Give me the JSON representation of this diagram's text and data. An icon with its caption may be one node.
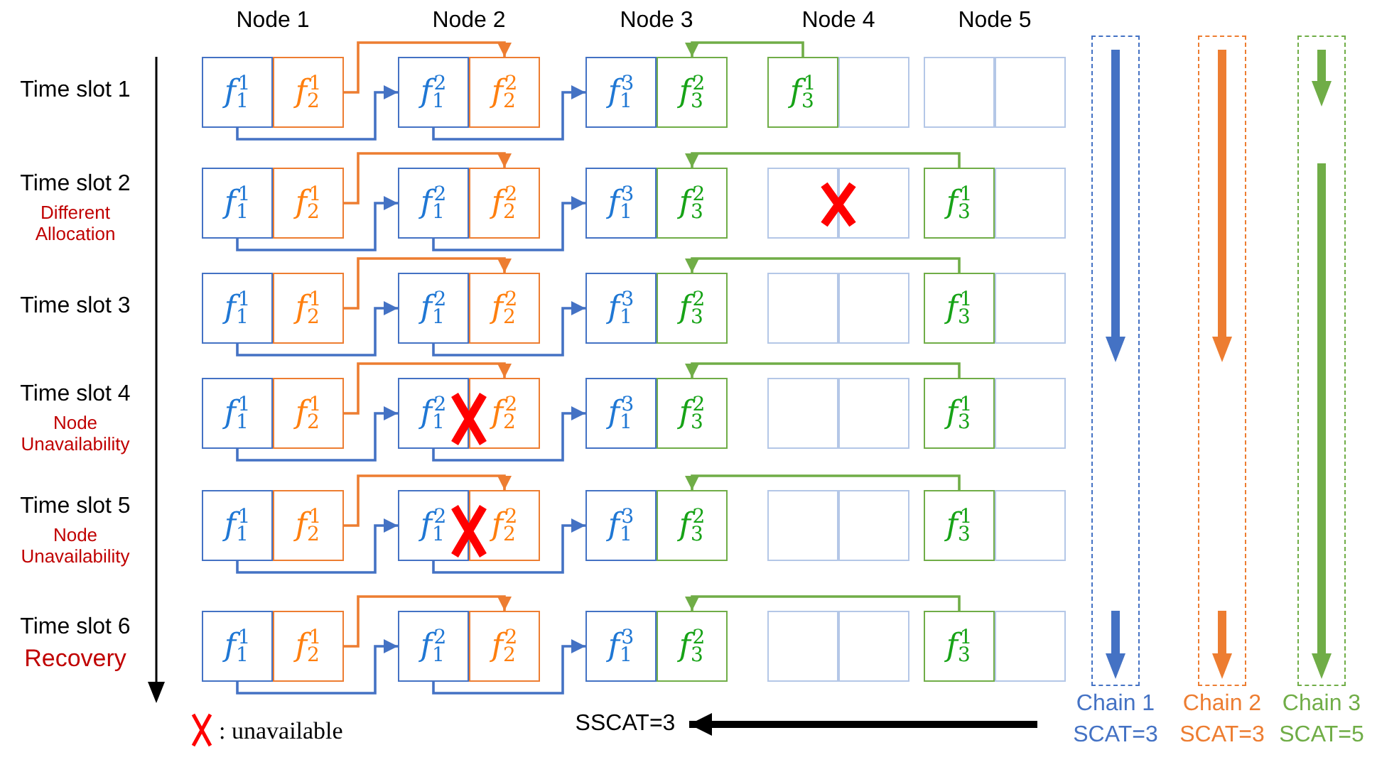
{
  "diagram": {
    "nodes": [
      {
        "text": [
          "*f*$_{1}$$^{1}$"
        ]
      },
      {
        "text": [
          "*f*$_{2}$$^{1}$"
        ]
      },
      {
        "text": [
          "*f*$_{1}$$^{2}$"
        ]
      },
      {
        "text": [
          "*f*$_{2}$$^{2}$"
        ]
      },
      {
        "text": [
          "*f*$_{1}$$^{3}$"
        ]
      },
      {
        "text": [
          "*f*$_{3}$$^{2}$"
        ]
      },
      {
        "text": [
          "*f*$_{3}$$^{1}$"
        ]
      },
      {
        "text": [],
        "shape": "box"
      },
      {
        "text": [],
        "shape": "box"
      },
      {
        "text": [],
        "shape": "box"
      },
      {
        "text": [
          "*f*$_{1}$$^{1}$"
        ]
      },
      {
        "text": [
          "*f*$_{2}$$^{1}$"
        ]
      },
      {
        "text": [
          "*f*$_{1}$$^{2}$"
        ]
      },
      {
        "text": [
          "*f*$_{2}$$^{2}$"
        ]
      },
      {
        "text": [
          "*f*$_{1}$$^{3}$"
        ]
      },
      {
        "text": [
          "*f*$_{3}$$^{2}$"
        ]
      },
      {
        "text": [],
        "shape": "box"
      },
      {
        "text": [],
        "shape": "box"
      },
      {
        "text": [
          "*f*$_{3}$$^{1}$"
        ]
      },
      {
        "text": [],
        "shape": "box"
      },
      {
        "text": [
          "*f*$_{1}$$^{1}$"
        ]
      },
      {
        "text": [
          "*f*$_{2}$$^{1}$"
        ]
      },
      {
        "text": [
          "*f*$_{1}$$^{2}$"
        ]
      },
      {
        "text": [
          "*f*$_{2}$$^{2}$"
        ]
      },
      {
        "text": [
          "*f*$_{1}$$^{3}$"
        ]
      },
      {
        "text": [
          "*f*$_{3}$$^{2}$"
        ]
      },
      {
        "text": [],
        "shape": "box"
      },
      {
        "text": [],
        "shape": "box"
      },
      {
        "text": [
          "*f*$_{3}$$^{1}$"
        ]
      },
      {
        "text": [],
        "shape": "box"
      },
      {
        "text": [
          "*f*$_{1}$$^{1}$"
        ]
      },
      {
        "text": [
          "*f*$_{2}$$^{1}$"
        ]
      },
      {
        "text": [
          "*f*$_{1}$$^{2}$"
        ]
      },
      {
        "text": [
          "*f*$_{2}$$^{2}$"
        ]
      },
      {
        "text": [
          "*f*$_{1}$$^{3}$"
        ]
      },
      {
        "text": [
          "*f*$_{3}$$^{2}$"
        ]
      },
      {
        "text": [],
        "shape": "box"
      },
      {
        "text": [],
        "shape": "box"
      },
      {
        "text": [
          "*f*$_{3}$$^{1}$"
        ]
      },
      {
        "text": [],
        "shape": "box"
      },
      {
        "text": [
          "*f*$_{1}$$^{1}$"
        ]
      },
      {
        "text": [
          "*f*$_{2}$$^{1}$"
        ]
      },
      {
        "text": [
          "*f*$_{1}$$^{2}$"
        ]
      },
      {
        "text": [
          "*f*$_{2}$$^{2}$"
        ]
      },
      {
        "text": [
          "*f*$_{1}$$^{3}$"
        ]
      },
      {
        "text": [
          "*f*$_{3}$$^{2}$"
        ]
      },
      {
        "text": [],
        "shape": "box"
      },
      {
        "text": [],
        "shape": "box"
      },
      {
        "text": [
          "*f*$_{3}$$^{1}$"
        ]
      },
      {
        "text": [],
        "shape": "box"
      },
      {
        "text": [
          "*f*$_{1}$$^{1}$"
        ]
      },
      {
        "text": [
          "*f*$_{2}$$^{1}$"
        ]
      },
      {
        "text": [
          "*f*$_{1}$$^{2}$"
        ]
      },
      {
        "text": [
          "*f*$_{2}$$^{2}$"
        ]
      },
      {
        "text": [
          "*f*$_{1}$$^{3}$"
        ]
      },
      {
        "text": [
          "*f*$_{3}$$^{2}$"
        ]
      },
      {
        "text": [],
        "shape": "box"
      },
      {
        "text": [],
        "shape": "box"
      },
      {
        "text": [
          "*f*$_{3}$$^{1}$"
        ]
      },
      {
        "text": [],
        "shape": "box"
      },
      {
        "text": [
          "Chain 1",
          "SCAT=3"
        ]
      },
      {
        "text": [
          "Chain 2",
          "SCAT=3"
        ]
      },
      {
        "text": [
          "Chain 3",
          "SCAT=5"
        ]
      },
      {
        "text": [
          "SSCAT=3"
        ]
      }
    ],
    "edges": [
      {
        "from": 0,
        "to": 2,
        "arrow": "to"
      },
      {
        "from": 2,
        "to": 4,
        "arrow": "to"
      },
      {
        "from": 1,
        "to": 3,
        "arrow": "to",
        "color": "#ed7d31"
      },
      {
        "from": 6,
        "to": 5,
        "arrow": "to",
        "color": "#70ad47"
      },
      {
        "from": 10,
        "to": 12,
        "arrow": "to"
      },
      {
        "from": 12,
        "to": 14,
        "arrow": "to"
      },
      {
        "from": 11,
        "to": 13,
        "arrow": "to",
        "color": "#ed7d31"
      },
      {
        "from": 18,
        "to": 15,
        "arrow": "to",
        "color": "#70ad47"
      },
      {
        "from": 20,
        "to": 22,
        "arrow": "to"
      },
      {
        "from": 22,
        "to": 24,
        "arrow": "to"
      },
      {
        "from": 21,
        "to": 23,
        "arrow": "to",
        "color": "#ed7d31"
      },
      {
        "from": 28,
        "to": 25,
        "arrow": "to",
        "color": "#70ad47"
      },
      {
        "from": 30,
        "to": 32,
        "arrow": "to"
      },
      {
        "from": 32,
        "to": 34,
        "arrow": "to"
      },
      {
        "from": 31,
        "to": 33,
        "arrow": "to",
        "color": "#ed7d31"
      },
      {
        "from": 38,
        "to": 35,
        "arrow": "to",
        "color": "#70ad47"
      },
      {
        "from": 40,
        "to": 42,
        "arrow": "to"
      },
      {
        "from": 42,
        "to": 44,
        "arrow": "to"
      },
      {
        "from": 41,
        "to": 43,
        "arrow": "to",
        "color": "#ed7d31"
      },
      {
        "from": 48,
        "to": 45,
        "arrow": "to",
        "color": "#70ad47"
      },
      {
        "from": 50,
        "to": 52,
        "arrow": "to"
      },
      {
        "from": 52,
        "to": 54,
        "arrow": "to"
      },
      {
        "from": 51,
        "to": 53,
        "arrow": "to",
        "color": "#ed7d31"
      },
      {
        "from": 58,
        "to": 55,
        "arrow": "to",
        "color": "#70ad47"
      },
      {
        "from": null,
        "to": 63,
        "arrow": "to",
        "style": "thick",
        "color": "#000000"
      }
    ],
    "labels": [
      "Node 1",
      "Node 2",
      "Node 3",
      "Node 4",
      "Node 5",
      "Time slot 1",
      "Time slot 2",
      "Different Allocation",
      "Time slot 3",
      "Time slot 4",
      "Node Unavailability",
      "Time slot 5",
      "Node Unavailability",
      "Time slot 6",
      "Recovery"
    ],
    "legend": [
      {
        "text": ": unavailable"
      }
    ]
  }
}
